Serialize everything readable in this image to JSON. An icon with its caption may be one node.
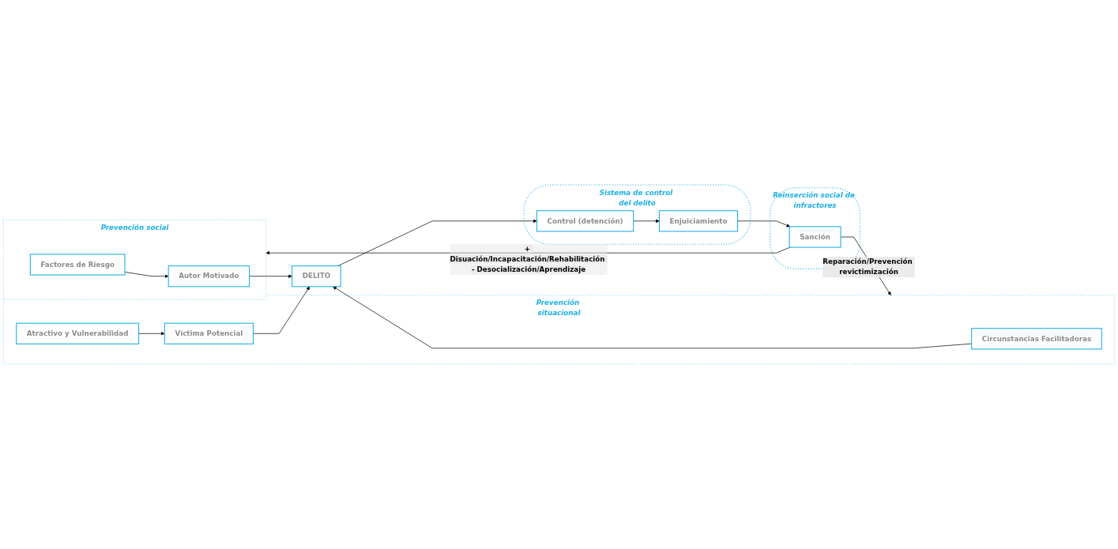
{
  "diagram": {
    "nodes": [
      {
        "text": [
          "Prevención social"
        ]
      },
      {
        "text": [
          "Factores de Riesgo"
        ],
        "in": 0
      },
      {
        "text": [
          "Autor Motivado"
        ],
        "in": 0
      },
      {
        "text": [
          "Prevención situacional"
        ]
      },
      {
        "text": [
          "Circunstancias Facilitadoras"
        ],
        "in": 3
      },
      {
        "text": [
          "DELITO"
        ]
      },
      {
        "text": [
          "Víctima Potencial"
        ],
        "in": 3
      },
      {
        "text": [
          "Atractivo y Vulnerabilidad"
        ],
        "in": 3
      },
      {
        "text": [
          "Sistema de control del delito"
        ]
      },
      {
        "text": [
          "Control (detención)"
        ],
        "in": 8
      },
      {
        "text": [
          "Enjuiciamiento"
        ],
        "in": 8
      },
      {
        "text": [
          "Reinserción social de infractores"
        ]
      },
      {
        "text": [
          "Sanción"
        ],
        "in": 11
      }
    ],
    "edges": [
      {
        "from": 1,
        "to": 2,
        "arrow": "to"
      },
      {
        "from": 2,
        "to": 5,
        "arrow": "to"
      },
      {
        "from": 4,
        "to": 5,
        "arrow": "to"
      },
      {
        "from": 6,
        "to": 5,
        "arrow": "to"
      },
      {
        "from": 7,
        "to": 6,
        "arrow": "to"
      },
      {
        "from": 5,
        "to": 9,
        "arrow": "to"
      },
      {
        "from": 9,
        "to": 10,
        "arrow": "to"
      },
      {
        "from": 10,
        "to": 12,
        "arrow": "to"
      },
      {
        "from": 12,
        "to": 0,
        "arrow": "to",
        "label": "+ Disuación/Incapacitación/Rehabilitación - Desocialización/Aprendizaje"
      },
      {
        "from": 12,
        "to": 3,
        "arrow": "to",
        "label": "Reparación/Prevención revictimización"
      }
    ]
  }
}
